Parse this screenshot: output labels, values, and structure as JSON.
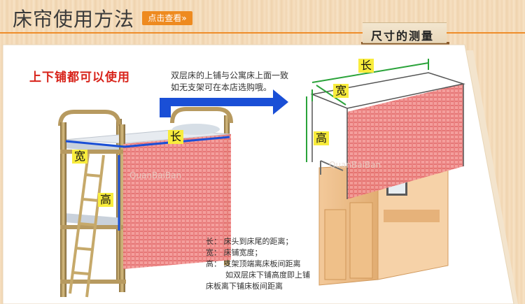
{
  "header": {
    "title": "床帘使用方法",
    "more_button": "点击查看»",
    "banner": "尺寸的测量"
  },
  "left": {
    "usage_title": "上下铺都可以使用",
    "dims": {
      "length": "长",
      "width": "宽",
      "height": "高"
    }
  },
  "middle": {
    "note_line1": "双层床的上铺与公寓床上面一致",
    "note_line2": "如无支架可在本店选购哦。"
  },
  "right": {
    "dims": {
      "length": "长",
      "width": "宽",
      "height": "高"
    }
  },
  "legend": {
    "line1": "长：  床头到床尾的距离；",
    "line2": "宽：  床铺宽度；",
    "line3": "高：  支架顶端离床板间距离",
    "line4": "如双层床下铺高度即上铺",
    "line5": "床板离下铺床板间距离"
  },
  "colors": {
    "accent": "#ef8d2a",
    "red_text": "#d8231a",
    "curtain": "#f08a8a",
    "arrow": "#1a4fd6",
    "tag": "#f8ec3c"
  }
}
